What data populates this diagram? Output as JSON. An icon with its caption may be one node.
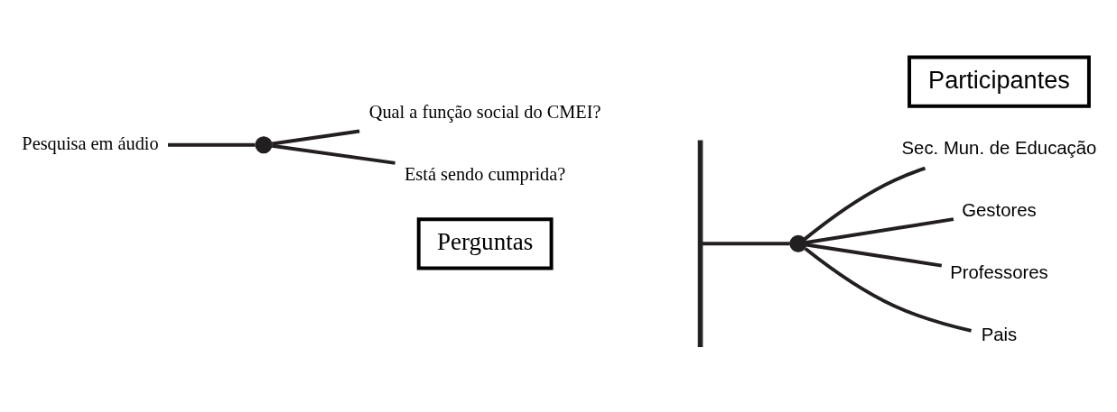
{
  "diagram": {
    "nodes": [
      {
        "text": [
          "Perguntas"
        ]
      },
      {
        "text": [
          "Participantes"
        ]
      },
      {
        "text": [
          "Pesquisa em áudio"
        ]
      },
      {
        "text": [],
        "shape": "circle"
      },
      {
        "text": [
          "Qual a função social do CMEI?"
        ]
      },
      {
        "text": [
          "Está sendo cumprida?"
        ]
      },
      {
        "text": [],
        "shape": "bar"
      },
      {
        "text": [],
        "shape": "circle"
      },
      {
        "text": [
          "Sec. Mun. de Educação"
        ]
      },
      {
        "text": [
          "Gestores"
        ]
      },
      {
        "text": [
          "Professores"
        ]
      },
      {
        "text": [
          "Pais"
        ]
      }
    ],
    "edges": [
      {
        "from": 2,
        "to": 3,
        "arrow": "none"
      },
      {
        "from": 3,
        "to": 4,
        "arrow": "none"
      },
      {
        "from": 3,
        "to": 5,
        "arrow": "none"
      },
      {
        "from": 6,
        "to": 7,
        "arrow": "none"
      },
      {
        "from": 7,
        "to": 8,
        "arrow": "none"
      },
      {
        "from": 7,
        "to": 9,
        "arrow": "none"
      },
      {
        "from": 7,
        "to": 10,
        "arrow": "none"
      },
      {
        "from": 7,
        "to": 11,
        "arrow": "none"
      }
    ]
  }
}
